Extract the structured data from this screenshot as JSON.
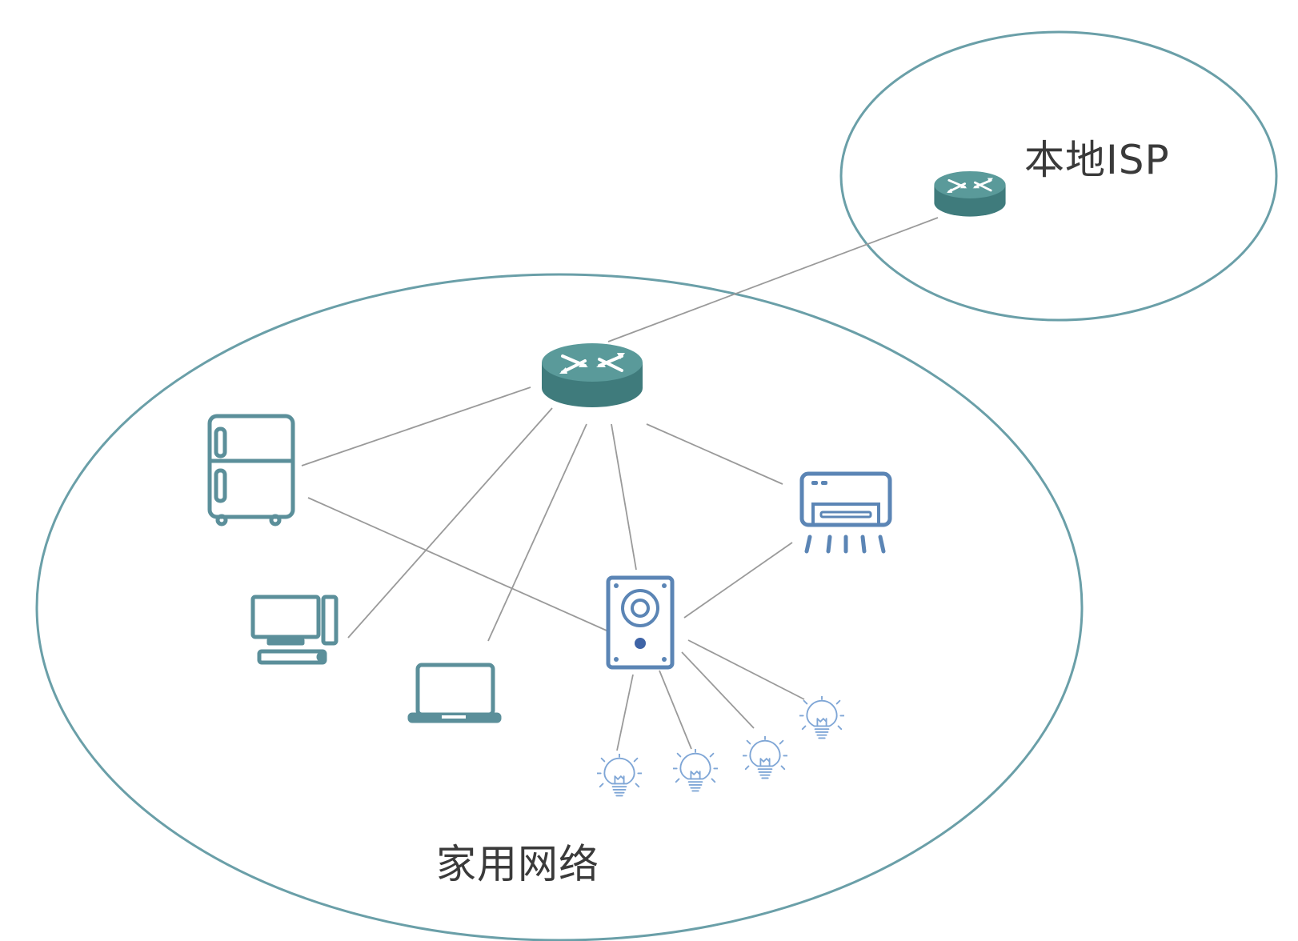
{
  "labels": {
    "isp": "本地ISP",
    "home": "家用网络"
  },
  "colors": {
    "region_outline": "#6a9fa8",
    "router_top": "#4d8f90",
    "router_side": "#3f7b7c",
    "device_teal": "#5b8f9a",
    "device_blue": "#5b85b5",
    "bulb": "#7fa6d6",
    "link": "#9a9a9a"
  },
  "nodes": [
    {
      "id": "isp-router",
      "icon": "router-icon"
    },
    {
      "id": "home-router",
      "icon": "router-icon"
    },
    {
      "id": "refrigerator",
      "icon": "refrigerator-icon"
    },
    {
      "id": "desktop-computer",
      "icon": "desktop-computer-icon"
    },
    {
      "id": "laptop",
      "icon": "laptop-icon"
    },
    {
      "id": "smart-speaker",
      "icon": "speaker-icon"
    },
    {
      "id": "air-conditioner",
      "icon": "air-conditioner-icon"
    },
    {
      "id": "bulb-1",
      "icon": "light-bulb-icon"
    },
    {
      "id": "bulb-2",
      "icon": "light-bulb-icon"
    },
    {
      "id": "bulb-3",
      "icon": "light-bulb-icon"
    },
    {
      "id": "bulb-4",
      "icon": "light-bulb-icon"
    }
  ],
  "links": [
    [
      "home-router",
      "isp-router"
    ],
    [
      "home-router",
      "refrigerator"
    ],
    [
      "home-router",
      "desktop-computer"
    ],
    [
      "home-router",
      "laptop"
    ],
    [
      "home-router",
      "smart-speaker"
    ],
    [
      "home-router",
      "air-conditioner"
    ],
    [
      "refrigerator",
      "smart-speaker"
    ],
    [
      "air-conditioner",
      "smart-speaker"
    ],
    [
      "smart-speaker",
      "bulb-1"
    ],
    [
      "smart-speaker",
      "bulb-2"
    ],
    [
      "smart-speaker",
      "bulb-3"
    ],
    [
      "smart-speaker",
      "bulb-4"
    ]
  ]
}
